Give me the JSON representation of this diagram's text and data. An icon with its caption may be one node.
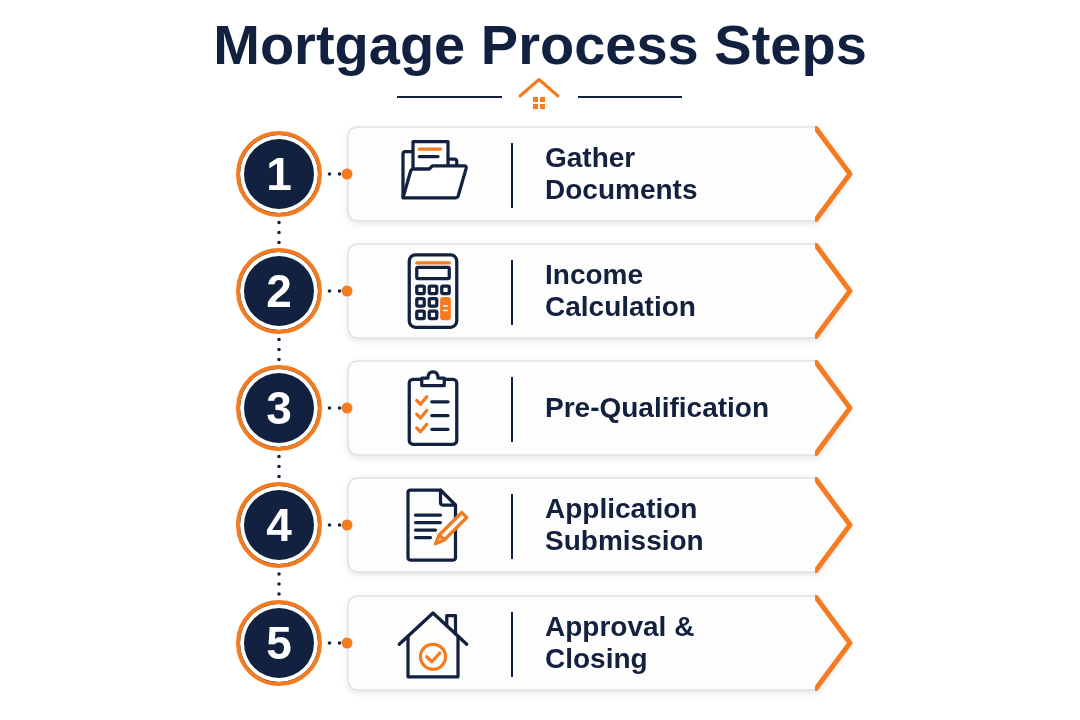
{
  "diagram": {
    "title": "Mortgage Process Steps",
    "nodes": [
      {
        "text": [
          "1"
        ]
      },
      {
        "text": [
          "Gather Documents"
        ]
      },
      {
        "text": [
          "2"
        ]
      },
      {
        "text": [
          "Income Calculation"
        ]
      },
      {
        "text": [
          "3"
        ]
      },
      {
        "text": [
          "Pre-Qualification"
        ]
      },
      {
        "text": [
          "4"
        ]
      },
      {
        "text": [
          "Application Submission"
        ]
      },
      {
        "text": [
          "5"
        ]
      },
      {
        "text": [
          "Approval & Closing"
        ]
      }
    ],
    "edges": [
      {
        "from": 0,
        "to": 1,
        "arrow": "other",
        "style": "dashed"
      },
      {
        "from": 0,
        "to": 2,
        "arrow": "none",
        "style": "dashed"
      },
      {
        "from": 2,
        "to": 3,
        "arrow": "other",
        "style": "dashed"
      },
      {
        "from": 2,
        "to": 4,
        "arrow": "none",
        "style": "dashed"
      },
      {
        "from": 4,
        "to": 5,
        "arrow": "other",
        "style": "dashed"
      },
      {
        "from": 4,
        "to": 6,
        "arrow": "none",
        "style": "dashed"
      },
      {
        "from": 6,
        "to": 7,
        "arrow": "other",
        "style": "dashed"
      },
      {
        "from": 6,
        "to": 8,
        "arrow": "none",
        "style": "dashed"
      },
      {
        "from": 8,
        "to": 9,
        "arrow": "other",
        "style": "dashed"
      }
    ]
  }
}
